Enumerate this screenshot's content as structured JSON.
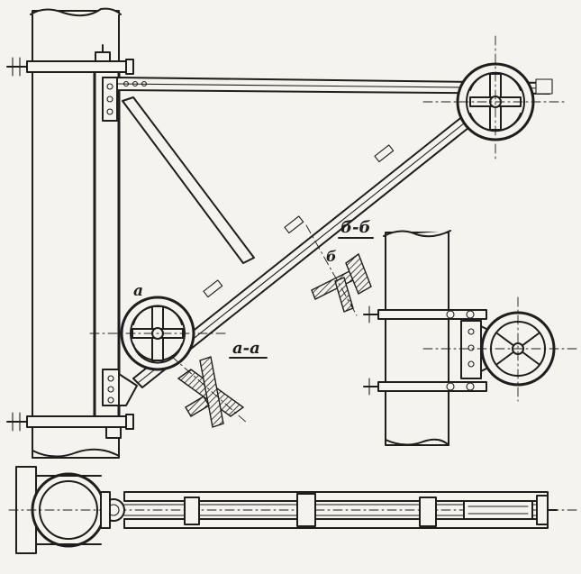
{
  "labels": {
    "point_a": "a",
    "section_aa": "a-a",
    "section_bb": "б-б",
    "point_b": "б"
  }
}
